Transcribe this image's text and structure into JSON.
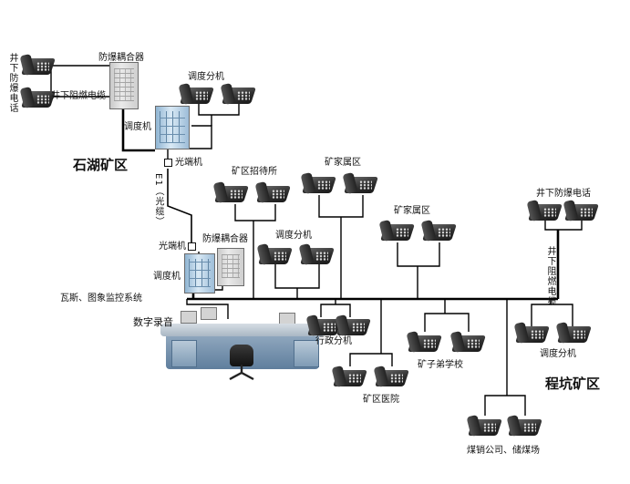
{
  "regions": {
    "shihu": "石湖矿区",
    "chengkeng": "程坑矿区"
  },
  "labels": {
    "explosion_proof_coupler_top": "防爆耦合器",
    "explosion_proof_coupler_mid": "防爆耦合器",
    "dispatch_machine_top": "调度机",
    "dispatch_machine_mid": "调度机",
    "optical_terminal_top": "光端机",
    "optical_terminal_mid": "光端机",
    "dispatch_ext_top": "调度分机",
    "dispatch_ext_mid": "调度分机",
    "dispatch_ext_right": "调度分机",
    "underground_cable_left": "井下阻燃电缆",
    "underground_phone_left": "井下防爆电话",
    "underground_phone_right": "井下防爆电话",
    "underground_cable_right": "井下阻燃电缆",
    "e1_fiber": "E1（光缆）",
    "guesthouse": "矿区招待所",
    "family_area_1": "矿家属区",
    "family_area_2": "矿家属区",
    "gas_monitoring": "瓦斯、图象监控系统",
    "digital_recording": "数字录音",
    "admin_ext": "行政分机",
    "school": "矿子弟学校",
    "hospital": "矿区医院",
    "coal_sales": "煤销公司、储煤场"
  },
  "icons": {
    "telephone": "desk-telephone-icon",
    "coupler": "explosion-proof-coupler-cabinet",
    "dispatcher": "dispatch-switch-cabinet",
    "optical": "optical-terminal-box",
    "console": "dispatch-console-desk"
  }
}
